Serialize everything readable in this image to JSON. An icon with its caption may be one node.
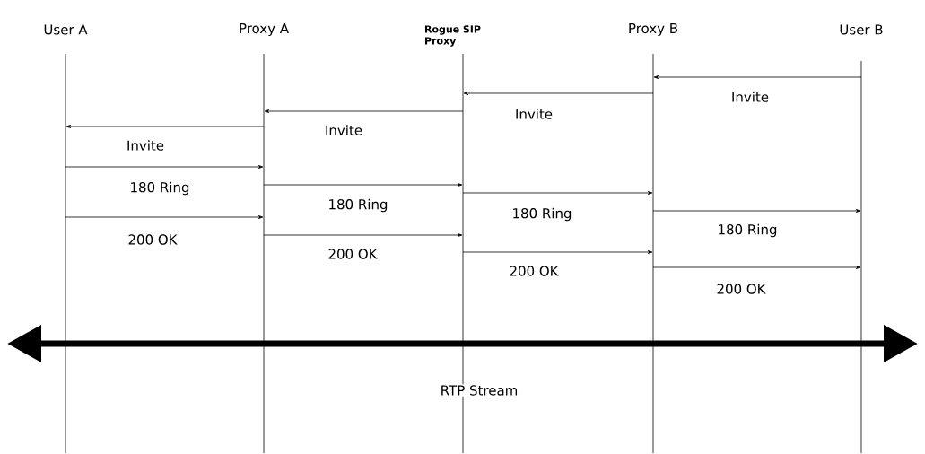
{
  "diagram": {
    "nodes": [
      {
        "text": [
          "User A"
        ]
      },
      {
        "text": [
          "Proxy A"
        ]
      },
      {
        "text": [
          "Rogue SIP Proxy"
        ]
      },
      {
        "text": [
          "Proxy B"
        ]
      },
      {
        "text": [
          "User B"
        ]
      }
    ],
    "edges": [
      {
        "from": 4,
        "to": 3,
        "arrow": "to",
        "label": "Invite"
      },
      {
        "from": 3,
        "to": 2,
        "arrow": "to",
        "label": "Invite"
      },
      {
        "from": 2,
        "to": 1,
        "arrow": "to",
        "label": "Invite"
      },
      {
        "from": 1,
        "to": 0,
        "arrow": "to",
        "label": "Invite"
      },
      {
        "from": 0,
        "to": 1,
        "arrow": "to",
        "label": "180 Ring"
      },
      {
        "from": 1,
        "to": 2,
        "arrow": "to",
        "label": "180 Ring"
      },
      {
        "from": 2,
        "to": 3,
        "arrow": "to",
        "label": "180 Ring"
      },
      {
        "from": 3,
        "to": 4,
        "arrow": "to",
        "label": "180 Ring"
      },
      {
        "from": 0,
        "to": 1,
        "arrow": "to",
        "label": "200 OK"
      },
      {
        "from": 1,
        "to": 2,
        "arrow": "to",
        "label": "200 OK"
      },
      {
        "from": 2,
        "to": 3,
        "arrow": "to",
        "label": "200 OK"
      },
      {
        "from": 3,
        "to": 4,
        "arrow": "to",
        "label": "200 OK"
      }
    ],
    "labels": [
      "RTP Stream"
    ]
  }
}
